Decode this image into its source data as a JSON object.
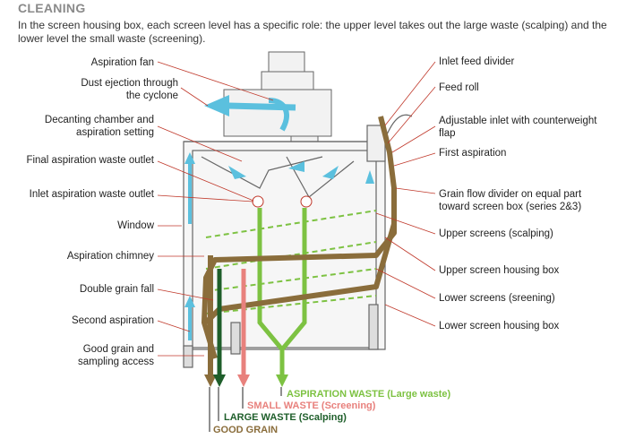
{
  "header": {
    "title": "CLEANING",
    "description": "In the screen housing box, each screen level has a specific role: the upper level takes out the large waste (scalping) and the lower level the small waste (screening)."
  },
  "labels_left": {
    "aspiration_fan": "Aspiration fan",
    "dust_ejection": "Dust ejection through\nthe cyclone",
    "decanting_chamber": "Decanting chamber and\naspiration setting",
    "final_aspiration_outlet": "Final aspiration waste outlet",
    "inlet_aspiration_outlet": "Inlet aspiration waste outlet",
    "window": "Window",
    "aspiration_chimney": "Aspiration chimney",
    "double_grain_fall": "Double grain fall",
    "second_aspiration": "Second aspiration",
    "good_grain_access": "Good grain and\nsampling access"
  },
  "labels_right": {
    "inlet_feed_divider": "Inlet feed divider",
    "feed_roll": "Feed roll",
    "adjustable_inlet": "Adjustable inlet with counterweight\nflap",
    "first_aspiration": "First aspiration",
    "grain_flow_divider": "Grain flow divider on equal part\ntoward screen box (series 2&3)",
    "upper_screens": "Upper screens (scalping)",
    "upper_housing": "Upper screen housing box",
    "lower_screens": "Lower screens (sreening)",
    "lower_housing": "Lower screen housing box"
  },
  "outputs": {
    "aspiration_waste": "ASPIRATION WASTE (Large waste)",
    "small_waste": "SMALL WASTE (Screening)",
    "large_waste": "LARGE WASTE (Scalping)",
    "good_grain": "GOOD GRAIN"
  },
  "colors": {
    "aspiration_green": "#7dc242",
    "small_waste_red": "#e8817d",
    "large_waste_dark_green": "#1e5e2a",
    "grain_brown": "#8a6d3b",
    "air_blue": "#5bc0de",
    "leader_red": "#c0392b"
  }
}
